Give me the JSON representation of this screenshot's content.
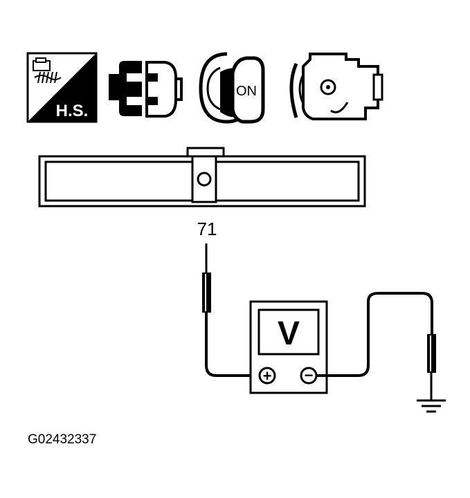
{
  "icons": {
    "harness_label": "H.S.",
    "key_label": "ON"
  },
  "connector": {
    "pin_label": "71"
  },
  "meter": {
    "display_label": "V",
    "positive_symbol": "+",
    "negative_symbol": "−"
  },
  "figure_id": "G02432337",
  "colors": {
    "ink": "#000000",
    "paper": "#ffffff"
  }
}
